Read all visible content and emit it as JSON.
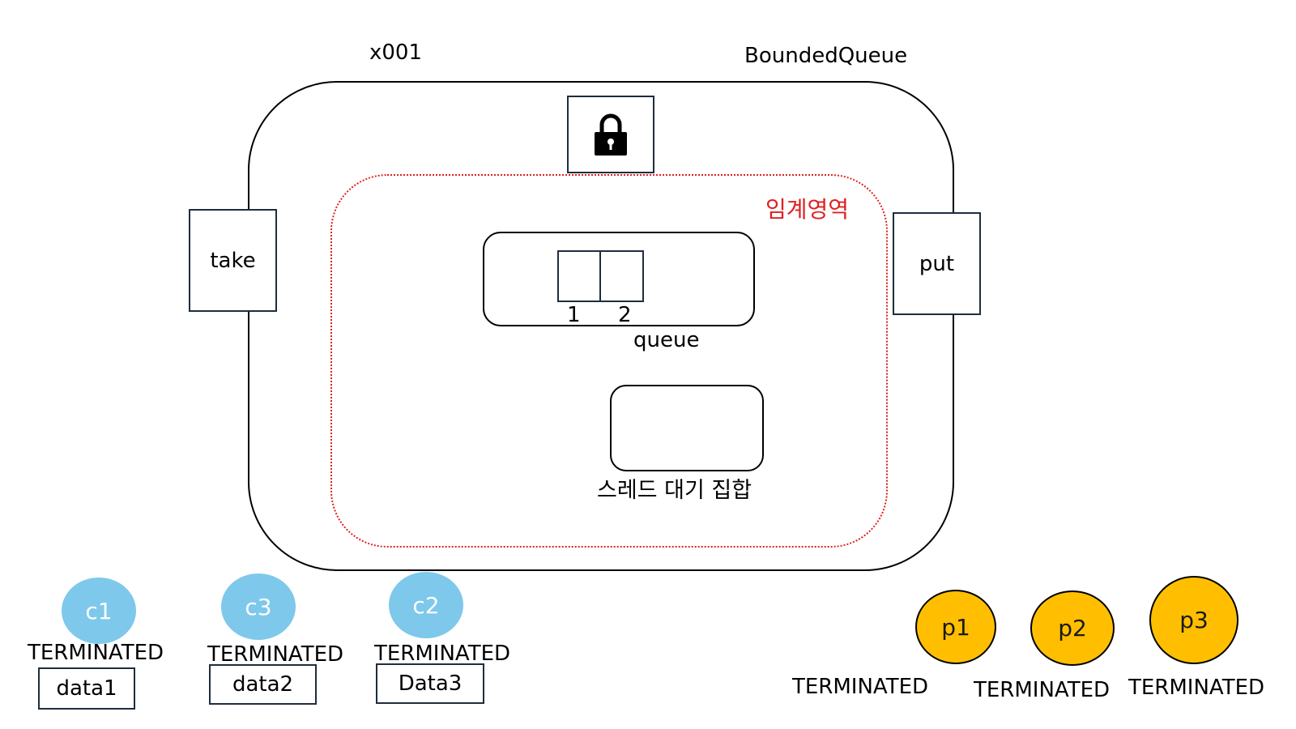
{
  "object_id": "x001",
  "object_name": "BoundedQueue",
  "lock_icon": "lock-icon",
  "methods": {
    "take": "take",
    "put": "put"
  },
  "critical_section_label": "임계영역",
  "colors": {
    "critical_border": "#e02020",
    "consumer": "#7ec8eb",
    "producer": "#ffbf00"
  },
  "queue": {
    "label": "queue",
    "slots": [
      "1",
      "2"
    ]
  },
  "wait_set": {
    "label": "스레드 대기 집합"
  },
  "consumers": [
    {
      "name": "c1",
      "state": "TERMINATED",
      "data": "data1"
    },
    {
      "name": "c3",
      "state": "TERMINATED",
      "data": "data2"
    },
    {
      "name": "c2",
      "state": "TERMINATED",
      "data": "Data3"
    }
  ],
  "producers": [
    {
      "name": "p1",
      "state": "TERMINATED"
    },
    {
      "name": "p2",
      "state": "TERMINATED"
    },
    {
      "name": "p3",
      "state": "TERMINATED"
    }
  ]
}
